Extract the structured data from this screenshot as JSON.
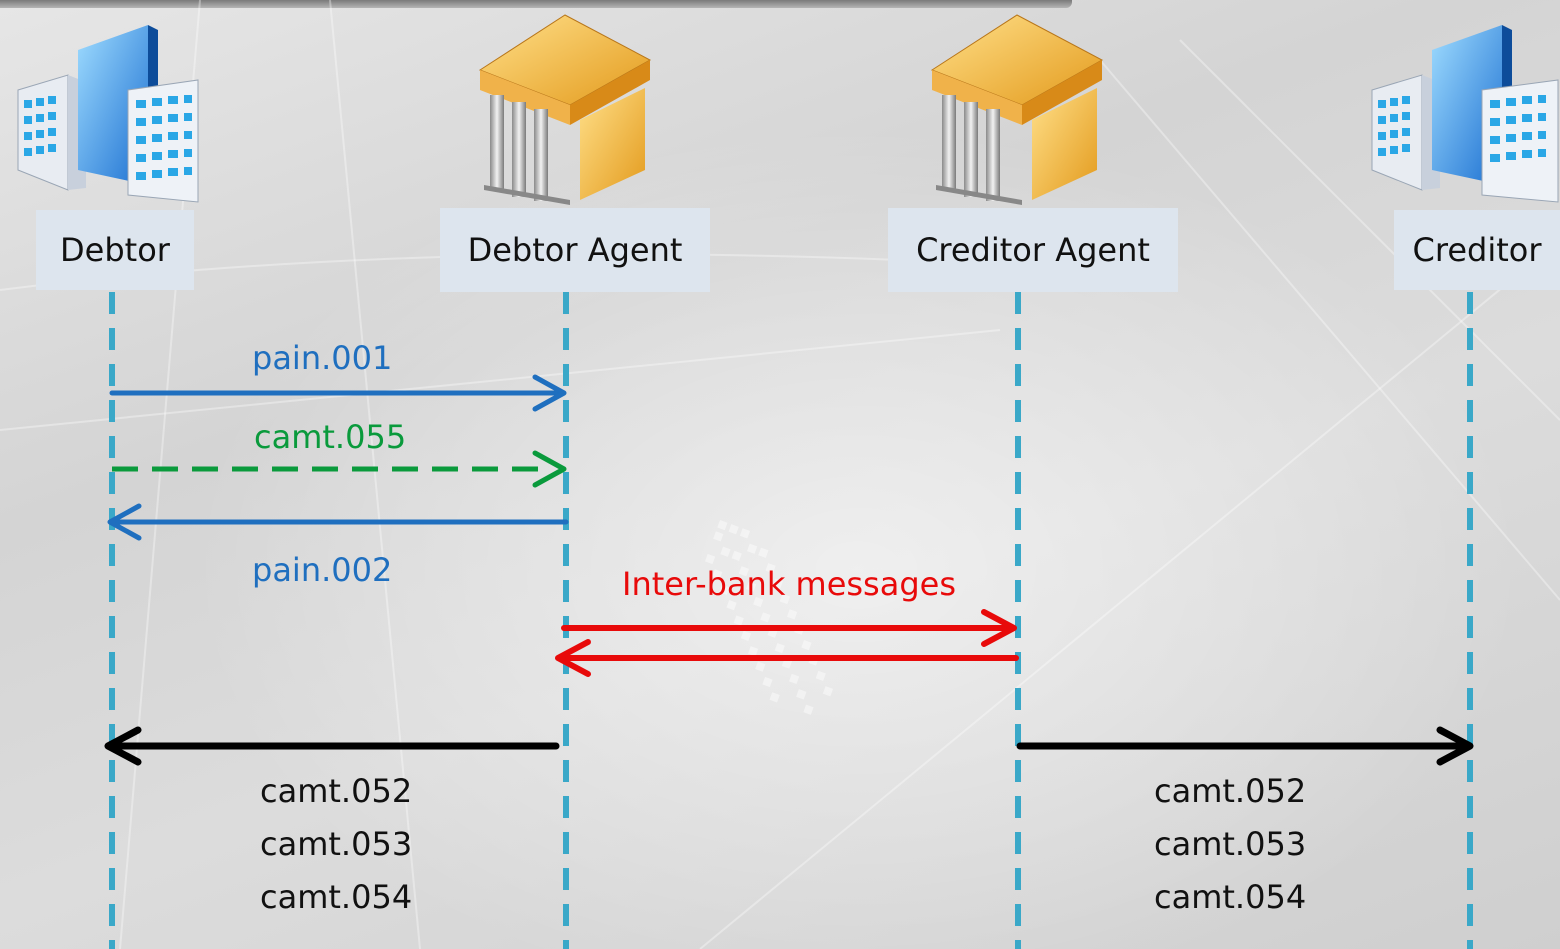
{
  "actors": {
    "debtor": "Debtor",
    "debtor_agent": "Debtor Agent",
    "creditor_agent": "Creditor Agent",
    "creditor": "Creditor"
  },
  "messages": {
    "pain_001": "pain.001",
    "camt_055": "camt.055",
    "pain_002": "pain.002",
    "inter_bank": "Inter-bank messages"
  },
  "reports_left": [
    "camt.052",
    "camt.053",
    "camt.054"
  ],
  "reports_right": [
    "camt.052",
    "camt.053",
    "camt.054"
  ],
  "colors": {
    "pain": "#1f6fbf",
    "camt_055": "#0a9a3c",
    "inter_bank": "#e80a0a",
    "reports": "#000000",
    "lifeline": "#3aa8c8",
    "label_bg": "#dde5ee"
  },
  "icons": {
    "debtor": "office-buildings-icon",
    "debtor_agent": "bank-icon",
    "creditor_agent": "bank-icon",
    "creditor": "office-buildings-icon"
  }
}
